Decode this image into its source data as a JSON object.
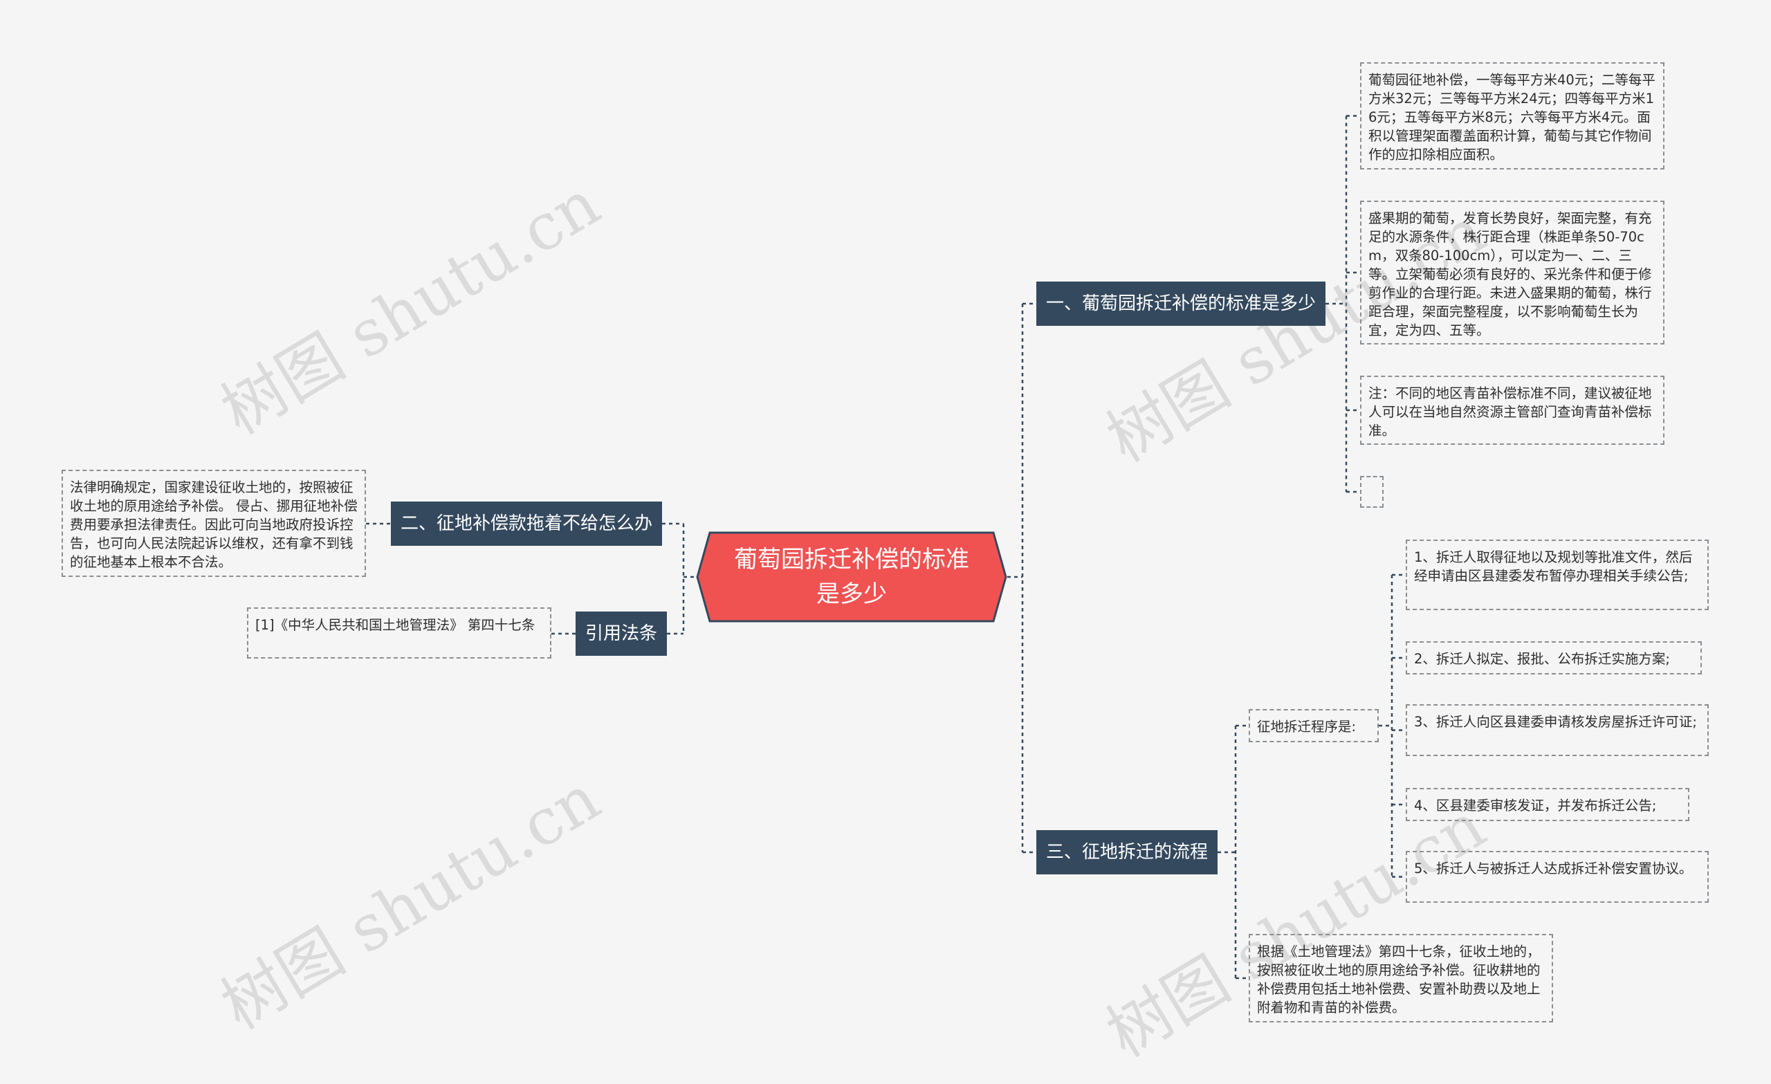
{
  "root": {
    "title": "葡萄园拆迁补偿的标准是多少"
  },
  "branches": {
    "b1": "一、葡萄园拆迁补偿的标准是多少",
    "b2": "二、征地补偿款拖着不给怎么办",
    "cite": "引用法条",
    "b3": "三、征地拆迁的流程"
  },
  "b1_leaves": [
    "葡萄园征地补偿，一等每平方米40元；二等每平方米32元；三等每平方米24元；四等每平方米16元；五等每平方米8元；六等每平方米4元。面积以管理架面覆盖面积计算，葡萄与其它作物间作的应扣除相应面积。",
    "盛果期的葡萄，发育长势良好，架面完整，有充足的水源条件，株行距合理（株距单条50-70cm，双条80-100cm），可以定为一、二、三等。立架葡萄必须有良好的、采光条件和便于修剪作业的合理行距。未进入盛果期的葡萄，株行距合理，架面完整程度，以不影响葡萄生长为宜，定为四、五等。",
    "注：不同的地区青苗补偿标准不同，建议被征地人可以在当地自然资源主管部门查询青苗补偿标准。",
    ""
  ],
  "b2_leaf": "法律明确规定，国家建设征收土地的，按照被征收土地的原用途给予补偿。 侵占、挪用征地补偿费用要承担法律责任。因此可向当地政府投诉控告，也可向人民法院起诉以维权，还有拿不到钱的征地基本上根本不合法。",
  "cite_leaf": "[1]《中华人民共和国土地管理法》 第四十七条",
  "b3": {
    "procedure_label": "征地拆迁程序是:",
    "steps": [
      "1、拆迁人取得征地以及规划等批准文件，然后经申请由区县建委发布暂停办理相关手续公告;",
      "2、拆迁人拟定、报批、公布拆迁实施方案;",
      "3、拆迁人向区县建委申请核发房屋拆迁许可证;",
      "4、区县建委审核发证，并发布拆迁公告;",
      "5、拆迁人与被拆迁人达成拆迁补偿安置协议。"
    ],
    "law_note": "根据《土地管理法》第四十七条，征收土地的，按照被征收土地的原用途给予补偿。征收耕地的补偿费用包括土地补偿费、安置补助费以及地上附着物和青苗的补偿费。"
  },
  "watermark": "树图 shutu.cn",
  "colors": {
    "background": "#f5f5f5",
    "root_fill": "#f05252",
    "root_border": "#34495e",
    "branch_fill": "#34495e",
    "link": "#34495e",
    "leaf_border": "#8a8f94"
  }
}
